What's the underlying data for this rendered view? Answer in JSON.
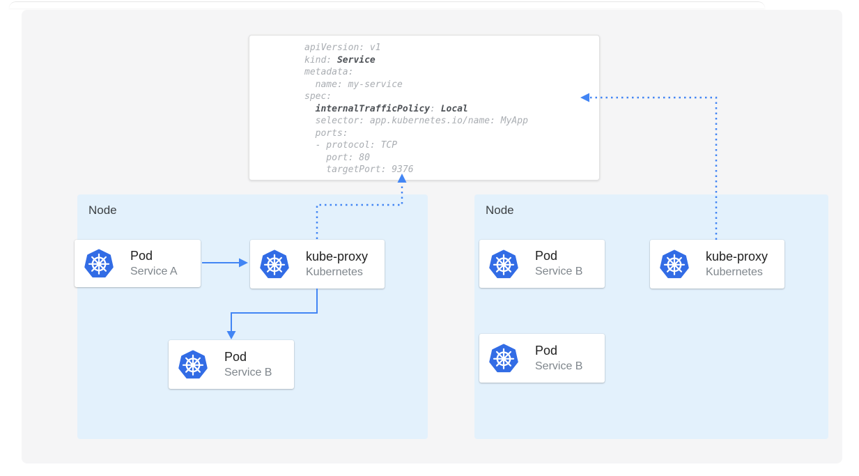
{
  "colors": {
    "accent": "#4285F4",
    "k8s_blue": "#326CE5",
    "node_bg": "#E3F1FC",
    "panel_bg": "#F5F5F6",
    "card_title": "#212121",
    "card_subtitle": "#7F868C",
    "node_label": "#3C4043",
    "code_normal": "#A9ADB2",
    "code_bold": "#4D5156"
  },
  "code_box": {
    "lines": [
      [
        {
          "t": "apiVersion: v1",
          "b": false
        }
      ],
      [
        {
          "t": "kind: ",
          "b": false
        },
        {
          "t": "Service",
          "b": true
        }
      ],
      [
        {
          "t": "metadata:",
          "b": false
        }
      ],
      [
        {
          "t": "  name: my-service",
          "b": false
        }
      ],
      [
        {
          "t": "spec:",
          "b": false
        }
      ],
      [
        {
          "t": "  ",
          "b": false
        },
        {
          "t": "internalTrafficPolicy",
          "b": true
        },
        {
          "t": ": ",
          "b": false
        },
        {
          "t": "Local",
          "b": true
        }
      ],
      [
        {
          "t": "  selector: app.kubernetes.io/name: MyApp",
          "b": false
        }
      ],
      [
        {
          "t": "  ports:",
          "b": false
        }
      ],
      [
        {
          "t": "  - protocol: TCP",
          "b": false
        }
      ],
      [
        {
          "t": "    port: 80",
          "b": false
        }
      ],
      [
        {
          "t": "    targetPort: 9376",
          "b": false
        }
      ]
    ]
  },
  "nodes": [
    {
      "label": "Node",
      "cards": [
        {
          "title": "Pod",
          "subtitle": "Service A",
          "icon": "kubernetes-logo"
        },
        {
          "title": "kube-proxy",
          "subtitle": "Kubernetes",
          "icon": "kubernetes-logo"
        },
        {
          "title": "Pod",
          "subtitle": "Service B",
          "icon": "kubernetes-logo"
        }
      ]
    },
    {
      "label": "Node",
      "cards": [
        {
          "title": "Pod",
          "subtitle": "Service B",
          "icon": "kubernetes-logo"
        },
        {
          "title": "kube-proxy",
          "subtitle": "Kubernetes",
          "icon": "kubernetes-logo"
        },
        {
          "title": "Pod",
          "subtitle": "Service B",
          "icon": "kubernetes-logo"
        }
      ]
    }
  ]
}
